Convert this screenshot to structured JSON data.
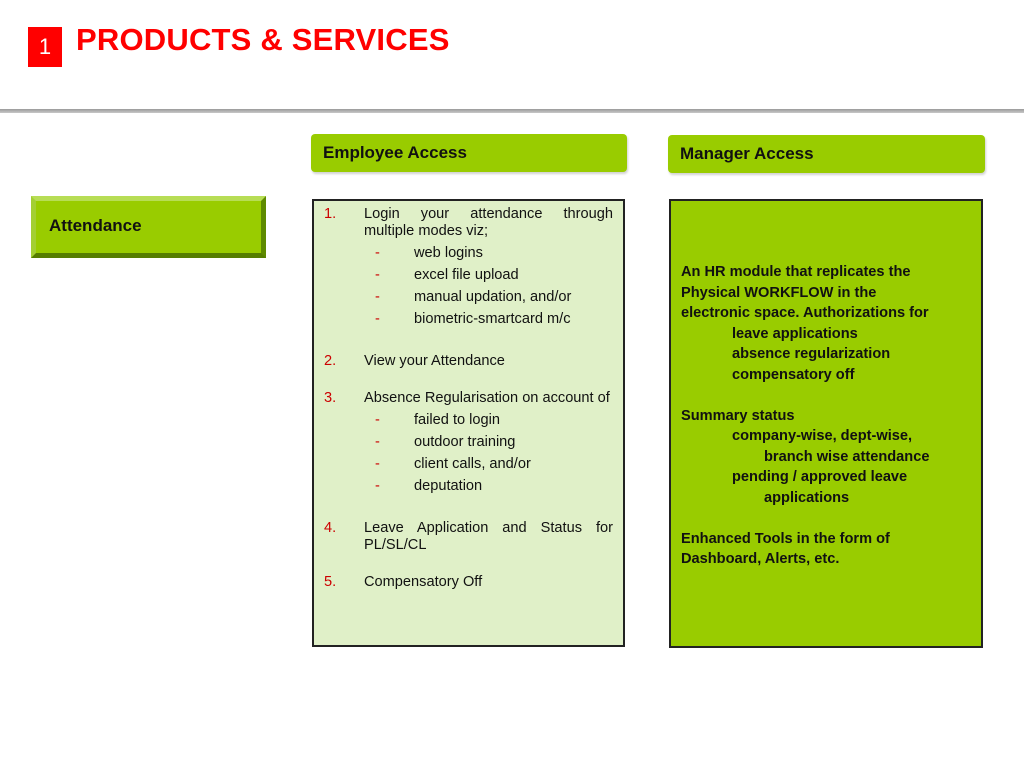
{
  "slide": {
    "number": "1",
    "title": "PRODUCTS & SERVICES"
  },
  "category": {
    "label": "Attendance"
  },
  "employee": {
    "header": "Employee Access",
    "items": [
      {
        "num": "1.",
        "text": "Login your attendance through multiple modes viz;",
        "subs": [
          "web logins",
          "excel file upload",
          "manual updation, and/or",
          "biometric-smartcard m/c"
        ]
      },
      {
        "num": "2.",
        "text": "View your Attendance"
      },
      {
        "num": "3.",
        "text": "Absence Regularisation on account of",
        "subs": [
          "failed to login",
          "outdoor training",
          "client calls, and/or",
          "deputation"
        ]
      },
      {
        "num": "4.",
        "text": "Leave Application and Status for PL/SL/CL"
      },
      {
        "num": "5.",
        "text": "Compensatory Off"
      }
    ],
    "dash": "-"
  },
  "manager": {
    "header": "Manager Access",
    "intro_1": "An HR module that replicates the",
    "intro_2": "Physical WORKFLOW in the",
    "intro_3": "electronic space. Authorizations for",
    "auth_1": "leave applications",
    "auth_2": "absence regularization",
    "auth_3": "compensatory off",
    "summary": "Summary status",
    "summary_1a": "company-wise, dept-wise,",
    "summary_1b": "branch wise attendance",
    "summary_2a": "pending / approved leave",
    "summary_2b": "applications",
    "tools_1": "Enhanced Tools in the form of",
    "tools_2": "Dashboard, Alerts, etc."
  }
}
